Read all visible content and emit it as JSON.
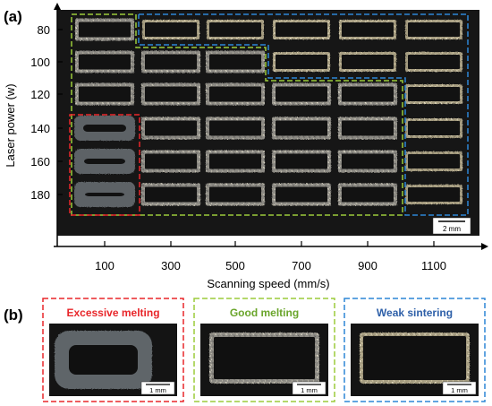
{
  "panel_a": {
    "label": "(a)",
    "y_axis_label": "Laser power (w)",
    "x_axis_label": "Scanning speed (mm/s)",
    "y_ticks": [
      "80",
      "100",
      "120",
      "140",
      "160",
      "180"
    ],
    "x_ticks": [
      "100",
      "300",
      "500",
      "700",
      "900",
      "1100"
    ],
    "scale_bar": "2 mm",
    "regions": [
      {
        "name": "excessive",
        "color": "#e8262a"
      },
      {
        "name": "good",
        "color": "#9ccc3a"
      },
      {
        "name": "weak",
        "color": "#2d86d6"
      }
    ],
    "sample_classes": [
      [
        "good",
        "weak",
        "weak",
        "weak",
        "weak",
        "weak"
      ],
      [
        "good",
        "good",
        "good",
        "weak",
        "weak",
        "weak"
      ],
      [
        "good",
        "good",
        "good",
        "good",
        "good",
        "weak"
      ],
      [
        "excessive",
        "good",
        "good",
        "good",
        "good",
        "weak"
      ],
      [
        "excessive",
        "good",
        "good",
        "good",
        "good",
        "weak"
      ],
      [
        "excessive",
        "good",
        "good",
        "good",
        "good",
        "weak"
      ]
    ]
  },
  "panel_b": {
    "label": "(b)",
    "insets": [
      {
        "title": "Excessive melting",
        "color": "#e8262a",
        "scale_bar": "1 mm",
        "kind": "excessive"
      },
      {
        "title": "Good melting",
        "color": "#6aa52b",
        "border_color": "#9ccc3a",
        "scale_bar": "1 mm",
        "kind": "good"
      },
      {
        "title": "Weak sintering",
        "color": "#2d5fa8",
        "border_color": "#2d86d6",
        "scale_bar": "1 mm",
        "kind": "weak"
      }
    ]
  }
}
